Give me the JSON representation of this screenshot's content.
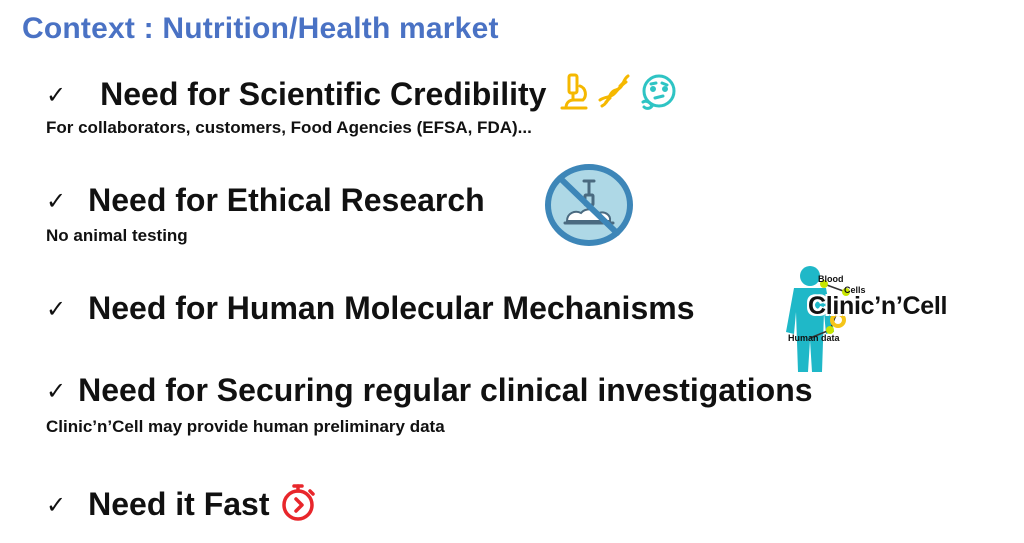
{
  "title": "Context : Nutrition/Health market",
  "checkmark": "✓",
  "items": [
    {
      "heading": "Need for Scientific Credibility",
      "sub": "For collaborators, customers, Food Agencies (EFSA, FDA)...",
      "icons": [
        "microscope-emoji",
        "dna-emoji",
        "thinking-face-emoji"
      ]
    },
    {
      "heading": "Need for Ethical Research",
      "sub": "No animal testing",
      "icons": [
        "no-animal-testing-icon"
      ]
    },
    {
      "heading": "Need for Human Molecular Mechanisms",
      "sub": "",
      "icons": [
        "clinic-n-cell-logo"
      ]
    },
    {
      "heading": "Need for Securing regular clinical investigations",
      "sub": "Clinic’n’Cell may provide human preliminary data",
      "icons": []
    },
    {
      "heading": "Need it Fast",
      "sub": "",
      "icons": [
        "stopwatch-emoji"
      ]
    }
  ],
  "logo": {
    "name": "Clinic’n’Cell",
    "labels": [
      "Blood",
      "Cells",
      "Human data"
    ]
  },
  "colors": {
    "title": "#4a72c4",
    "emoji_yellow": "#f5c518",
    "thinking_teal": "#2ec4c4",
    "stopwatch_red": "#e8262b",
    "logo_body": "#1fb8c8"
  }
}
